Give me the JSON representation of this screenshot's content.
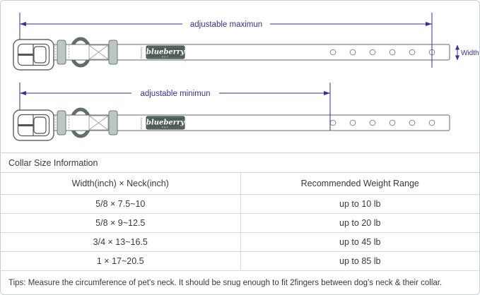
{
  "colors": {
    "accent": "#32329b",
    "patch_bg": "#4d5b59",
    "keeper_fill": "#bcc6c4",
    "collar_outline": "#666666",
    "table_border": "#d9d9d9"
  },
  "diagram": {
    "max_label": "adjustable maximun",
    "min_label": "adjustable minimun",
    "width_label": "Width",
    "logo": {
      "brand": "blueberry",
      "sub": "PET"
    }
  },
  "table": {
    "title": "Collar Size Information",
    "columns": [
      "Width(inch) × Neck(inch)",
      "Recommended Weight Range"
    ],
    "rows": [
      {
        "size": "5/8 × 7.5~10",
        "weight": "up to 10 lb"
      },
      {
        "size": "5/8 × 9~12.5",
        "weight": "up to 20 lb"
      },
      {
        "size": "3/4 × 13~16.5",
        "weight": "up to 45 lb"
      },
      {
        "size": "1 × 17~20.5",
        "weight": "up to 85 lb"
      }
    ],
    "tips": "Tips: Measure the circumference of pet's neck. It should be snug enough to fit 2fingers between dog's neck & their collar."
  }
}
